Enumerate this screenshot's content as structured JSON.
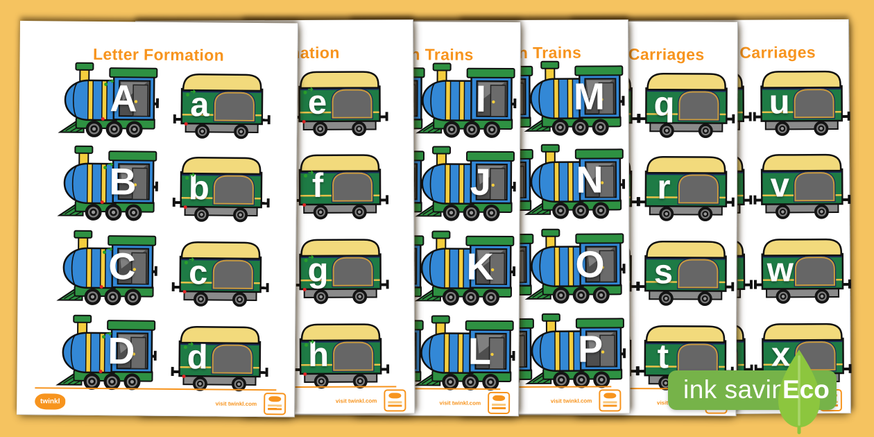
{
  "colors": {
    "background": "#F5C360",
    "accent_orange": "#F7941E",
    "engine_blue": "#3388D6",
    "trim_green": "#2E9142",
    "stripe_yellow": "#F5CE3E",
    "carriage_green": "#1E7B45",
    "roof_yellow": "#F2DA7C",
    "window_grey": "#666666",
    "eco_badge_green": "#76B349",
    "eco_leaf_green": "#8CC63E"
  },
  "eco_badge": {
    "saving_text": "ink saving",
    "eco_text": "Eco"
  },
  "page_footer": {
    "brand": "twinkl",
    "link_text": "visit twinkl.com"
  },
  "pages": [
    {
      "id": 1,
      "title": "Letter Formation",
      "tracing": true,
      "rows": [
        {
          "left": {
            "type": "train",
            "letter": "A"
          },
          "right": {
            "type": "carriage",
            "letter": "a"
          }
        },
        {
          "left": {
            "type": "train",
            "letter": "B"
          },
          "right": {
            "type": "carriage",
            "letter": "b"
          }
        },
        {
          "left": {
            "type": "train",
            "letter": "C"
          },
          "right": {
            "type": "carriage",
            "letter": "c"
          }
        },
        {
          "left": {
            "type": "train",
            "letter": "D"
          },
          "right": {
            "type": "carriage",
            "letter": "d"
          }
        }
      ]
    },
    {
      "id": 2,
      "title": "Letter Formation",
      "tracing": true,
      "rows": [
        {
          "right": {
            "type": "carriage",
            "letter": "e"
          }
        },
        {
          "right": {
            "type": "carriage",
            "letter": "f"
          }
        },
        {
          "right": {
            "type": "carriage",
            "letter": "g"
          }
        },
        {
          "right": {
            "type": "carriage",
            "letter": "h"
          }
        }
      ]
    },
    {
      "id": 3,
      "title": "Letter Formation Trains",
      "tracing": false,
      "rows": [
        {
          "left": {
            "type": "train",
            "letter": ""
          },
          "right": {
            "type": "train",
            "letter": "I"
          }
        },
        {
          "left": {
            "type": "train",
            "letter": ""
          },
          "right": {
            "type": "train",
            "letter": "J"
          }
        },
        {
          "left": {
            "type": "train",
            "letter": ""
          },
          "right": {
            "type": "train",
            "letter": "K"
          }
        },
        {
          "left": {
            "type": "train",
            "letter": ""
          },
          "right": {
            "type": "train",
            "letter": "L"
          }
        }
      ]
    },
    {
      "id": 4,
      "title": "Letter Formation Trains",
      "tracing": false,
      "rows": [
        {
          "left": {
            "type": "train",
            "letter": ""
          },
          "right": {
            "type": "train",
            "letter": "M"
          }
        },
        {
          "left": {
            "type": "train",
            "letter": ""
          },
          "right": {
            "type": "train",
            "letter": "N"
          }
        },
        {
          "left": {
            "type": "train",
            "letter": ""
          },
          "right": {
            "type": "train",
            "letter": "O"
          }
        },
        {
          "left": {
            "type": "train",
            "letter": ""
          },
          "right": {
            "type": "train",
            "letter": "P"
          }
        }
      ]
    },
    {
      "id": 5,
      "title": "Letter Formation Carriages",
      "tracing": false,
      "rows": [
        {
          "left": {
            "type": "carriage",
            "letter": ""
          },
          "right": {
            "type": "carriage",
            "letter": "q"
          }
        },
        {
          "left": {
            "type": "carriage",
            "letter": ""
          },
          "right": {
            "type": "carriage",
            "letter": "r"
          }
        },
        {
          "left": {
            "type": "carriage",
            "letter": ""
          },
          "right": {
            "type": "carriage",
            "letter": "s"
          }
        },
        {
          "left": {
            "type": "carriage",
            "letter": ""
          },
          "right": {
            "type": "carriage",
            "letter": "t"
          }
        }
      ]
    },
    {
      "id": 6,
      "title": "Letter Formation Carriages",
      "tracing": false,
      "rows": [
        {
          "left": {
            "type": "carriage",
            "letter": ""
          },
          "right": {
            "type": "carriage",
            "letter": "u"
          }
        },
        {
          "left": {
            "type": "carriage",
            "letter": ""
          },
          "right": {
            "type": "carriage",
            "letter": "v"
          }
        },
        {
          "left": {
            "type": "carriage",
            "letter": ""
          },
          "right": {
            "type": "carriage",
            "letter": "w"
          }
        },
        {
          "left": {
            "type": "carriage",
            "letter": ""
          },
          "right": {
            "type": "carriage",
            "letter": "x"
          }
        }
      ]
    }
  ]
}
